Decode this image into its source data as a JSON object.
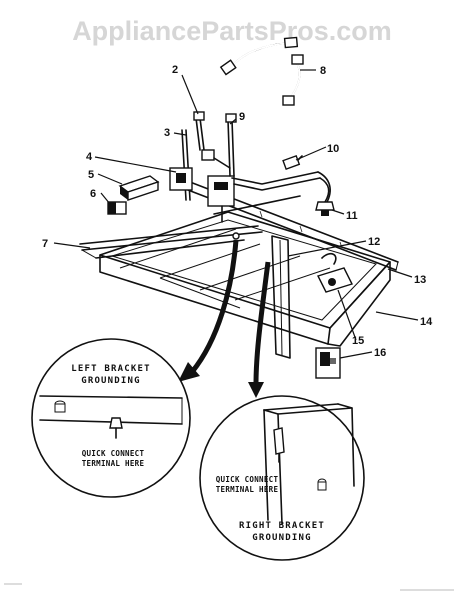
{
  "watermark": "AppliancePartsPros.com",
  "callouts": {
    "c2": "2",
    "c3": "3",
    "c4": "4",
    "c5": "5",
    "c6": "6",
    "c7": "7",
    "c8": "8",
    "c9": "9",
    "c10": "10",
    "c11": "11",
    "c12": "12",
    "c13": "13",
    "c14": "14",
    "c15": "15",
    "c16": "16"
  },
  "left_detail": {
    "title_line1": "LEFT BRACKET",
    "title_line2": "GROUNDING",
    "note_line1": "QUICK CONNECT",
    "note_line2": "TERMINAL HERE"
  },
  "right_detail": {
    "title_line1": "RIGHT BRACKET",
    "title_line2": "GROUNDING",
    "note_line1": "QUICK CONNECT",
    "note_line2": "TERMINAL HERE"
  }
}
